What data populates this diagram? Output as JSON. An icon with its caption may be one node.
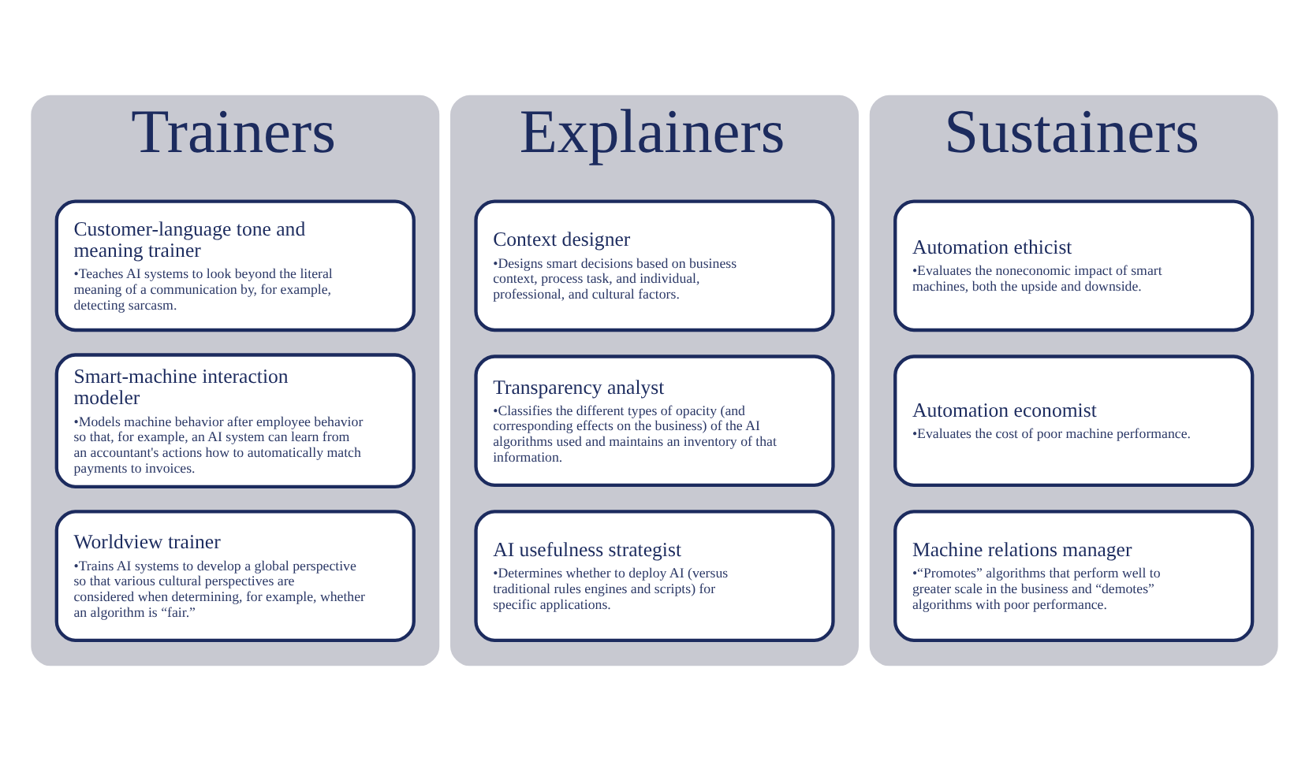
{
  "diagram": {
    "nodes": [
      {
        "text": [
          "Trainers"
        ]
      },
      {
        "text": [
          "Customer-language tone and meaning trainer",
          "•Teaches AI systems to look beyond the literal meaning of a communication by, for example, detecting sarcasm."
        ],
        "in": 0
      },
      {
        "text": [
          "Smart-machine interaction modeler",
          "•Models machine behavior after employee behavior so that, for example, an AI system can learn from an accountant's actions how to automatically match payments to invoices."
        ],
        "in": 0
      },
      {
        "text": [
          "Worldview trainer",
          "•Trains AI systems to develop a global perspective so that various cultural perspectives are considered when determining, for example, whether an algorithm is “fair.”"
        ],
        "in": 0
      },
      {
        "text": [
          "Explainers"
        ]
      },
      {
        "text": [
          "Context designer",
          "•Designs smart decisions based on business context, process task, and individual, professional, and cultural factors."
        ],
        "in": 4
      },
      {
        "text": [
          "Transparency analyst",
          "•Classifies the different types of opacity (and corresponding effects on the business) of the AI algorithms used and maintains an inventory of that information."
        ],
        "in": 4
      },
      {
        "text": [
          "AI usefulness strategist",
          "•Determines whether to deploy AI (versus traditional rules engines and scripts) for specific applications."
        ],
        "in": 4
      },
      {
        "text": [
          "Sustainers"
        ]
      },
      {
        "text": [
          "Automation ethicist",
          "•Evaluates the noneconomic impact of smart machines, both the upside and downside."
        ],
        "in": 8
      },
      {
        "text": [
          "Automation economist",
          "•Evaluates the cost of poor machine performance."
        ],
        "in": 8
      },
      {
        "text": [
          "Machine relations manager",
          "•“Promotes” algorithms that perform well to greater scale in the business and “demotes” algorithms with poor performance."
        ],
        "in": 8
      }
    ]
  }
}
